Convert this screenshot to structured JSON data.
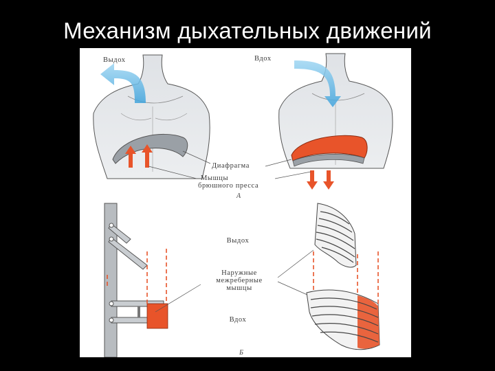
{
  "slide": {
    "title": "Механизм дыхательных движений"
  },
  "figure": {
    "panel_a": {
      "left_caption": "Выдох",
      "right_caption": "Вдох",
      "diaphragm_label": "Диафрагма",
      "abdominal_label_line1": "Мышцы",
      "abdominal_label_line2": "брюшного пресса",
      "panel_letter": "А"
    },
    "panel_b": {
      "top_caption": "Выдох",
      "muscles_label_line1": "Наружные",
      "muscles_label_line2": "межреберные",
      "muscles_label_line3": "мышцы",
      "bottom_caption": "Вдох",
      "panel_letter": "Б"
    },
    "colors": {
      "arrow_blue": "#5fb8e6",
      "muscle_red": "#e8542a",
      "arrow_orange": "#e86a3a",
      "diaphragm_gray": "#8a8f95"
    }
  }
}
